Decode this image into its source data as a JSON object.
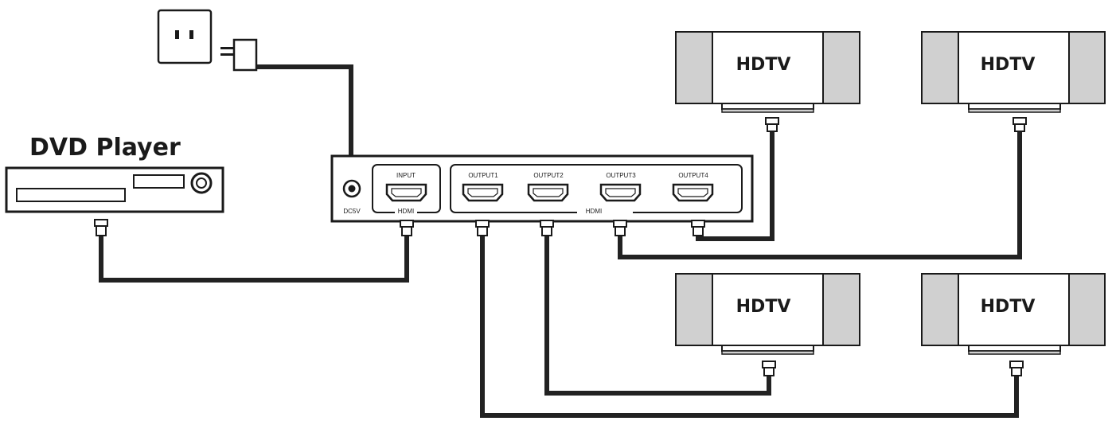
{
  "dvd_player": {
    "label": "DVD Player"
  },
  "splitter": {
    "power_label": "DC5V",
    "input_label": "INPUT",
    "input_hdmi_label": "HDMI",
    "output_labels": [
      "OUTPUT1",
      "OUTPUT2",
      "OUTPUT3",
      "OUTPUT4"
    ],
    "output_hdmi_label": "HDMI"
  },
  "tvs": [
    {
      "label": "HDTV"
    },
    {
      "label": "HDTV"
    },
    {
      "label": "HDTV"
    },
    {
      "label": "HDTV"
    }
  ],
  "colors": {
    "line": "#1a1a1a",
    "tv_side": "#d0d0d0",
    "cable": "#222222"
  }
}
